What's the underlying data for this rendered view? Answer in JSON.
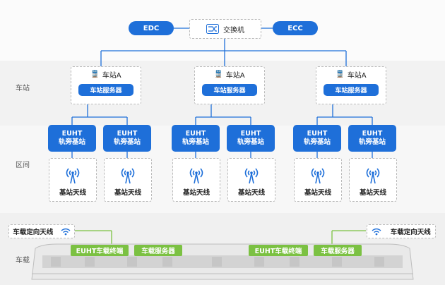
{
  "top": {
    "edc": "EDC",
    "switch": "交换机",
    "ecc": "ECC"
  },
  "zones": {
    "station": "车站",
    "section": "区间",
    "vehicle": "车载"
  },
  "stations": [
    {
      "name": "车站A",
      "server": "车站服务器"
    },
    {
      "name": "车站A",
      "server": "车站服务器"
    },
    {
      "name": "车站A",
      "server": "车站服务器"
    }
  ],
  "base_station": {
    "line1": "EUHT",
    "line2": "轨旁基站"
  },
  "antenna_label": "基站天线",
  "train": {
    "left_antenna": "车载定向天线",
    "right_antenna": "车载定向天线",
    "terminal": "EUHT车载终端",
    "server": "车载服务器"
  },
  "colors": {
    "blue": "#1e6fd9",
    "green": "#7bc142",
    "line": "#1e6fd9"
  }
}
